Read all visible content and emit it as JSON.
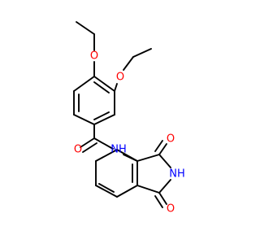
{
  "molecule": {
    "atoms": {
      "o_ethoxy_para": "O",
      "o_ethoxy_meta": "O",
      "o_carbonyl_amide": "O",
      "n_amide": "NH",
      "o_imide_top": "O",
      "n_imide": "NH",
      "o_imide_bottom": "O"
    },
    "colors": {
      "oxygen": "#ff0000",
      "nitrogen": "#0000ff",
      "bond": "#000000",
      "background": "#ffffff"
    }
  }
}
